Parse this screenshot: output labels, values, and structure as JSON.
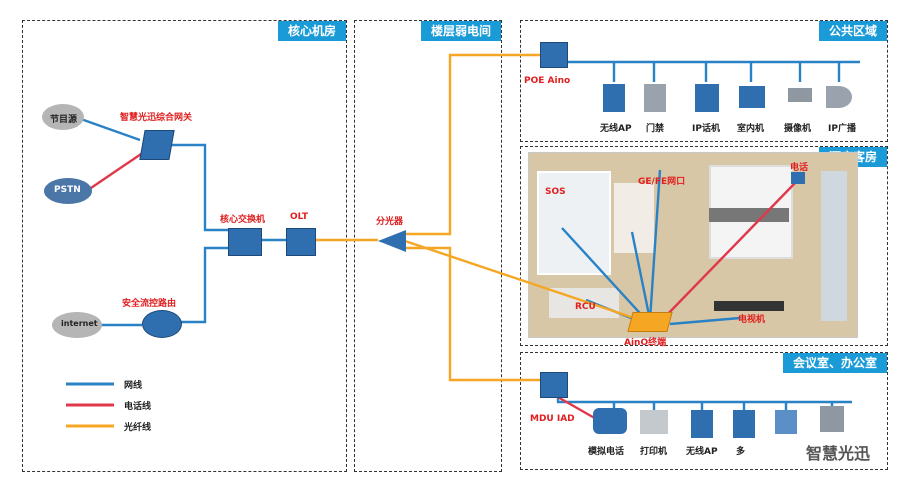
{
  "zones": {
    "core": "核心机房",
    "floor": "楼层弱电间",
    "public": "公共区域",
    "hotel": "酒店客房",
    "office": "会议室、办公室"
  },
  "core_devices": {
    "program": "节目源",
    "pstn": "PSTN",
    "internet": "internet",
    "gateway": "智慧光迅综合网关",
    "core_switch": "核心交换机",
    "olt": "OLT",
    "router": "安全流控路由"
  },
  "floor_devices": {
    "splitter": "分光器"
  },
  "public_devices": {
    "poe": "POE Aino",
    "items": [
      "无线AP",
      "门禁",
      "IP话机",
      "室内机",
      "摄像机",
      "IP广播"
    ]
  },
  "hotel_devices": {
    "phone": "电话",
    "sos": "SOS",
    "port": "GE/FE网口",
    "rcu": "RCU",
    "tv": "电视机",
    "terminal": "AinO终端"
  },
  "office_devices": {
    "iad": "MDU IAD",
    "items": [
      "模拟电话",
      "打印机",
      "无线AP",
      "多"
    ]
  },
  "legend": {
    "network": "网线",
    "phone": "电话线",
    "fiber": "光纤线"
  },
  "watermark": "智慧光迅",
  "colors": {
    "network": "#2a82c6",
    "phone": "#e0384a",
    "fiber": "#f5a623",
    "title_bg": "#1a9bd7"
  }
}
